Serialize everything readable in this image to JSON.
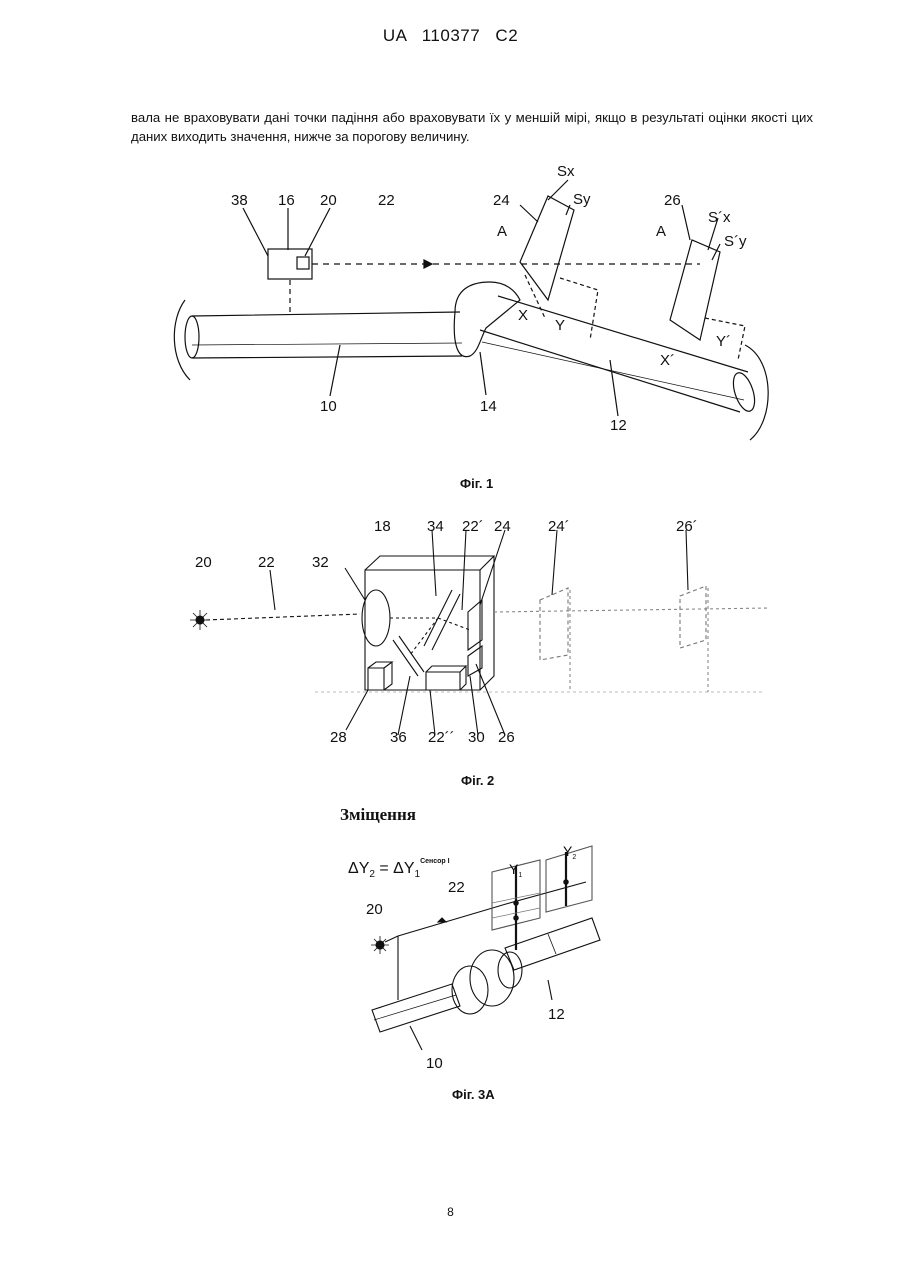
{
  "header": {
    "text": "UA   110377   C2"
  },
  "paragraph": "вала не враховувати дані точки падіння або враховувати їх у меншій мірі, якщо в результаті оцінки якості цих даних виходить значення, нижче за порогову величину.",
  "fig1": {
    "caption": "Фіг. 1",
    "labels": {
      "l38": "38",
      "l16": "16",
      "l20": "20",
      "l22": "22",
      "l24": "24",
      "sx": "Sx",
      "sy": "Sy",
      "l26": "26",
      "spx": "S´x",
      "spy": "S´y",
      "a1": "A",
      "a2": "A",
      "x": "X",
      "y": "Y",
      "xp": "X´",
      "yp": "Y´",
      "l10": "10",
      "l14": "14",
      "l12": "12"
    }
  },
  "fig2": {
    "caption": "Фіг. 2",
    "labels": {
      "l20": "20",
      "l22": "22",
      "l32": "32",
      "l18": "18",
      "l34": "34",
      "l22p": "22´",
      "l24": "24",
      "l24p": "24´",
      "l26p": "26´",
      "l28": "28",
      "l36": "36",
      "l22pp": "22´´",
      "l30": "30",
      "l26": "26"
    }
  },
  "fig3a": {
    "caption": "Фіг. 3А",
    "title": "Зміщення",
    "formula": {
      "left": "ΔY",
      "left_sub": "2",
      "eq": " = ΔY",
      "right_sub": "1",
      "sup": "Сенсор I"
    },
    "labels": {
      "l22": "22",
      "l20": "20",
      "y1": "Y",
      "y1_sub": "1",
      "y2": "Y",
      "y2_sub": "2",
      "l12": "12",
      "l10": "10"
    }
  },
  "page_number": "8"
}
